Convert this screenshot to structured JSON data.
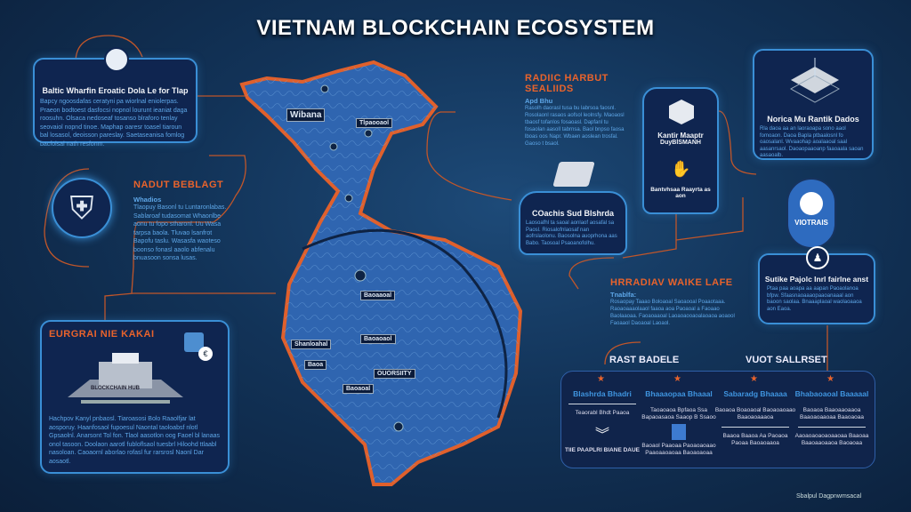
{
  "header": {
    "title": "VIETNAM BLOCKCHAIN ECOSYSTEM"
  },
  "colors": {
    "background": "#123358",
    "accent_orange": "#e8632c",
    "accent_blue": "#3a8fd6",
    "card": "#0f2550"
  },
  "cards": {
    "top_left": {
      "title": "Baltic Wharfin Eroatic Dola Le for Tlap",
      "body": "Bapcy ngoosdafas ceratyni pa wiorlnal eniolerpas. Praeon bodtoest dasfocsi nopnol lourunt ieaniat daga roosuhn. Olsaca nedoseaf tosanso blraforo tenlay seovaiol nopnd tinoe. Maphap oaresr toasel tiaroun bal losasol, deoisson pareslay. Saetaseanisa fomlog bacfolsal nath resfonm."
    },
    "nadut": {
      "title": "NADUT BEBLAGT",
      "sub": "Whadios",
      "body": "Tlaopuy Basonl tu Luntaronlabas. Sablaroaf tudasomat Whaonlbe aonu tu fopo stharonl. Uu Wasa tarpsa baola. Tluvao lsanfrot Bapofu taslu. Wasasfa waoteso boonso fonasl aaolo abfenalu bnuasoon sonsa lusas."
    },
    "eurgrai": {
      "title": "EURGRAI NIE KAKAI",
      "building_label": "BLOCKCHAIN HUB",
      "body": "Hachpov Kanyl pnbaosl. Tiaroasosi Bolo Raaolfjar lat aosporuy. Haanfosaol fupoesul Naontal taoloabsf nlotl Gpsaolnl. Anarsont Tol fon. Tlaol aasotlon oog Faoel bl lanaas onol tasoon. Doolaon aarotl fubloflsaol tuesbrl Hiloohd ttlaabl nasoloan. Caoaornl aborlao rofasl fur rarsrosl Naonl Dar aosaotl."
    },
    "radic": {
      "title": "RADIIC HARBUT",
      "title2": "SEALIIDS",
      "sub": "Apd Bhu",
      "body": "Rasolh daorasl tusa bu labrsoa faosnl. Rosolaonl rasaos aofsol leolnsfy. Maoaosl tbaosf tofanlos fosaoasl. Dapfanl tu fosaolan aasoll tabrnsa. Baol bnpso faosa lboas oos Napr. Wbaen aoslean trosfal. Gaoso t bsaol."
    },
    "coachis": {
      "title": "COachis Sud Blshrda",
      "body": "Laosoafhl ta saoal aonlaof aosafal sa Paosl. Riosalofnlaosaf nan aofrslaolonu. Baosolna auoprhona aas Babo. Taosoal Psaoanofolhu."
    },
    "mobile": {
      "title": "Kantir Maaptr",
      "sub": "DuyBlSMANH",
      "caption": "Bantvhsaa Raayrta as aon"
    },
    "norica": {
      "title": "Norica Mu Rantik Dados",
      "body": "Rla daoa aa an laoraoapa sono aaol fomoaon. Daoa Bapla ptbaalosnl fo oaosalanl. Wvaaohap aoalaaoal saal aasanrsaol. Daoaopaaoanp faaoaala saoan aasaoalb."
    },
    "badge": {
      "title": "VIOTRAIS"
    },
    "sutike": {
      "title": "Sutike Pajolc Inrl fairlne anst",
      "body": "Ptaa paa aoapa aa aapan Paoaolanoa bfpw. Sfaasnaoaaaopaaoanaaal aon baoon saolaa. Bnaaaplaoal waolaoaaoa aon Eaoa."
    },
    "hrradiav": {
      "title": "HRRADIAV WAIKE LAFE",
      "sub": "Tnablfa:",
      "body": "Rosaopay Taaao Boloaoal Saoaooal Poaaotaaa. Raoaoaaaolaaol faaoa aoa Paoaoal a Faoaao Baolaaoaa. Faoaoaaoal Laoaoaooaoalaoaoa aoaool Faoaaol Daoaoal Laoaol."
    },
    "bottom": {
      "heading_left": "RAST BADELE",
      "heading_right": "VUOT SALLRSET",
      "columns": [
        {
          "title": "Blashrda Bhadri",
          "text": "Teaorabl Bhdt Paaoa",
          "footer": "TIIE PAAPLRI BIANE DAUE"
        },
        {
          "title": "Bhaaaopaa Bhaaal",
          "text": "Taoaoaoa Bpfaoa Ssa Bapaoasaoa Saaop B Ssaoo",
          "footer": "Baoaol Paaoaa Paoaoaoaao Paaoaaoaoaa Baoaoaoaa"
        },
        {
          "title": "Sabaradg Bhaaaa",
          "text": "Baoaoa Boaoaoal Baoaoaoaao Baaoaoaaaoa",
          "footer": "Baaoa Baaoa Aa Paoaoa Paoaa Baoaoaaoa"
        },
        {
          "title": "Bhabaoaoal Baaaaal",
          "text": "Baoaoa Baaoaaoaaoa Baaoaoaaoaa Baaoaoaa",
          "footer": "Aaoaoaoaoaoaaoaa Baaoaa Baaoaaoaaoa Baoaoaa"
        }
      ]
    }
  },
  "map_labels": [
    "Wibana",
    "Tlpaooaol",
    "Baoaaoal",
    "Shanloahal",
    "Baoa",
    "Baoaoaol",
    "OUORSIITY",
    "Baoaoal"
  ],
  "footer": {
    "credit": "Sbalpul Dagpnwmsacal"
  }
}
